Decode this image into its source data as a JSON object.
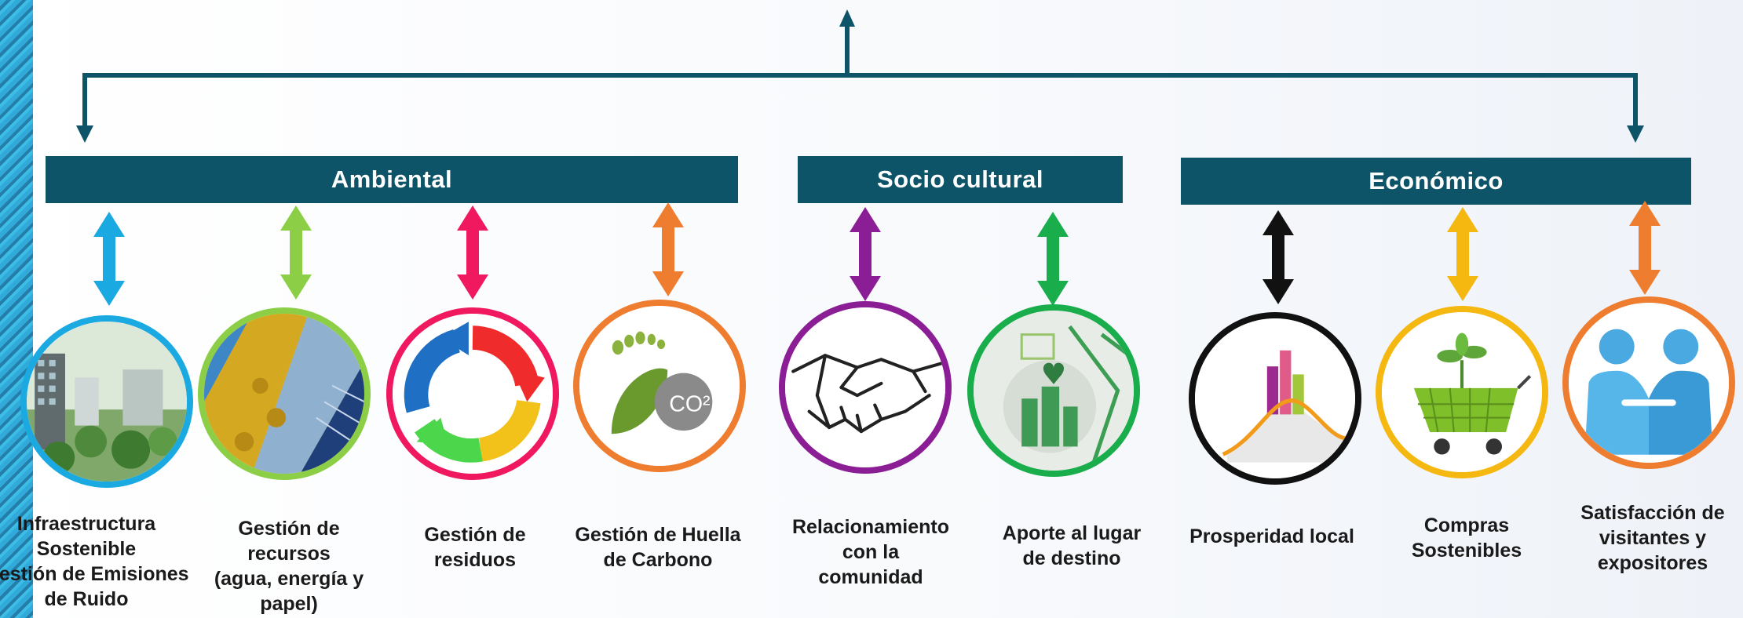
{
  "categories": {
    "ambiental": "Ambiental",
    "socio_cultural": "Socio cultural",
    "economico": "Económico"
  },
  "items": [
    {
      "label": "Infraestructura\nSostenible\nGestión de Emisiones\nde Ruido",
      "color": "#1ba9e1",
      "icon": "sustainable-building-icon"
    },
    {
      "label": "Gestión de\nrecursos\n(agua, energía y\npapel)",
      "color": "#8ccf47",
      "icon": "resources-icon"
    },
    {
      "label": "Gestión de\nresiduos",
      "color": "#f0185f",
      "icon": "recycle-cycle-icon"
    },
    {
      "label": "Gestión de Huella\nde Carbono",
      "color": "#ee7d30",
      "icon": "co2-footprint-icon"
    },
    {
      "label": "Relacionamiento\ncon la\ncomunidad",
      "color": "#8b1d95",
      "icon": "handshake-icon"
    },
    {
      "label": "Aporte al lugar\nde destino",
      "color": "#19ad4b",
      "icon": "green-city-icon"
    },
    {
      "label": "Prosperidad  local",
      "color": "#111111",
      "icon": "growth-chart-icon"
    },
    {
      "label": "Compras\nSostenibles",
      "color": "#f5b811",
      "icon": "shopping-cart-plant-icon"
    },
    {
      "label": "Satisfacción de\nvisitantes y\nexpositores",
      "color": "#ee7d30",
      "icon": "people-handshake-icon"
    }
  ]
}
